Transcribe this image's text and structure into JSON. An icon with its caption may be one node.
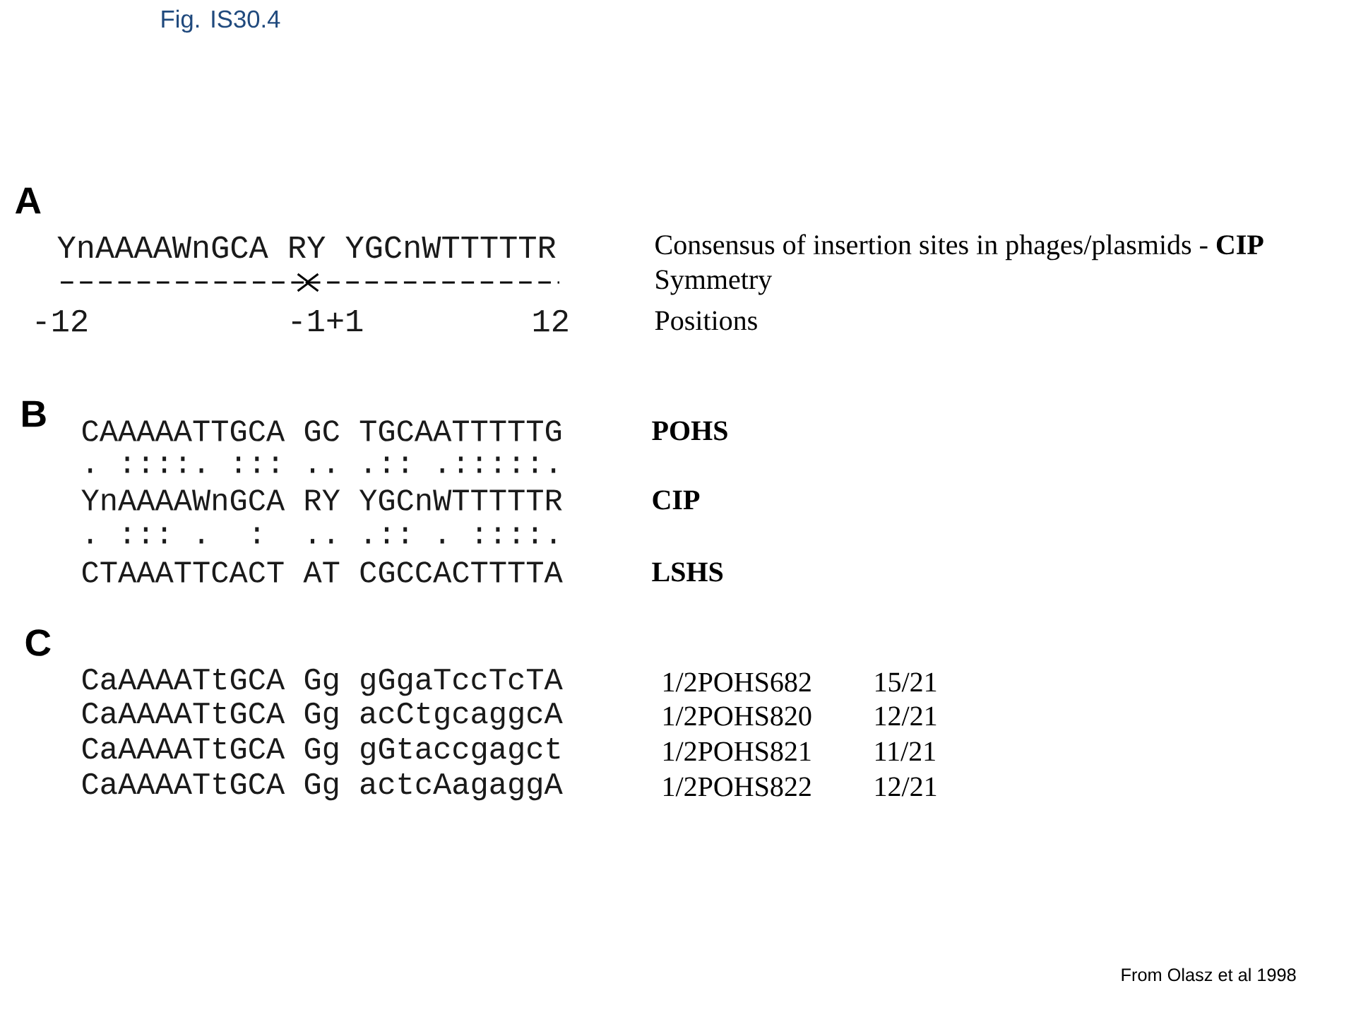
{
  "diagram": {
    "title": "Fig. IS30.4",
    "caption": "From Olasz et al 1998",
    "labels": [
      "A",
      "YnAAAAWnGCA RY YGCnWTTTTTR",
      "Consensus of insertion sites in phages/plasmids - **CIP**",
      "Symmetry",
      "-12",
      "-1+1",
      "12",
      "Positions",
      "B",
      "CAAAAATTGCA GC TGCAATTTTTG",
      "POHS",
      ". ::::. ::: .. .:: .:::::.",
      "YnAAAAWnGCA RY YGCnWTTTTTR",
      "CIP",
      ". ::: .  :  .. .:: . ::::.",
      "CTAAATTCACT AT CGCCACTTTTA",
      "LSHS",
      "C",
      "CaAAAATtGCA Gg gGgaTccTcTA",
      "1/2POHS682",
      "15/21",
      "CaAAAATtGCA Gg acCtgcaggcA",
      "1/2POHS820",
      "12/21",
      "CaAAAATtGCA Gg gGtaccgagct",
      "1/2POHS821",
      "11/21",
      "CaAAAATtGCA Gg actcAagaggA",
      "1/2POHS822",
      "12/21"
    ]
  }
}
